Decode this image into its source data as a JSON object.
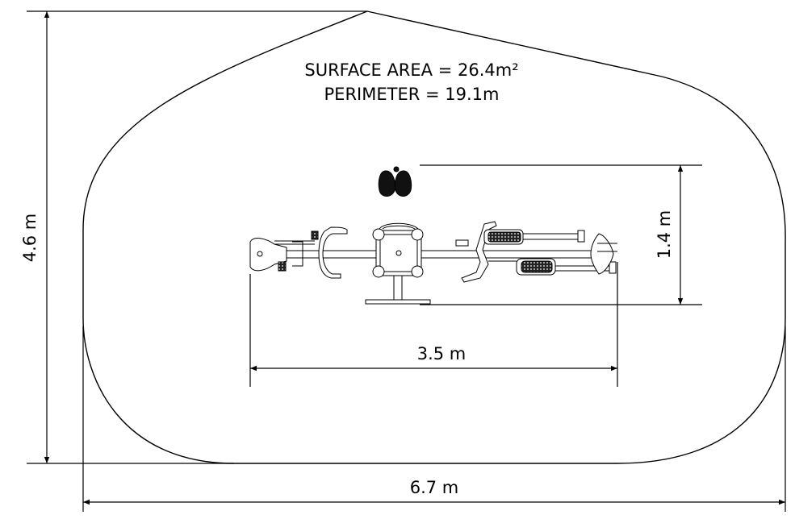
{
  "surface_area": "SURFACE AREA = 26.4m²",
  "perimeter": "PERIMETER = 19.1m",
  "dim_height_total": "4.6 m",
  "dim_width_total": "6.7 m",
  "dim_equipment_length": "3.5 m",
  "dim_equipment_depth": "1.4 m",
  "colors": {
    "line": "#000000",
    "background": "#ffffff"
  }
}
